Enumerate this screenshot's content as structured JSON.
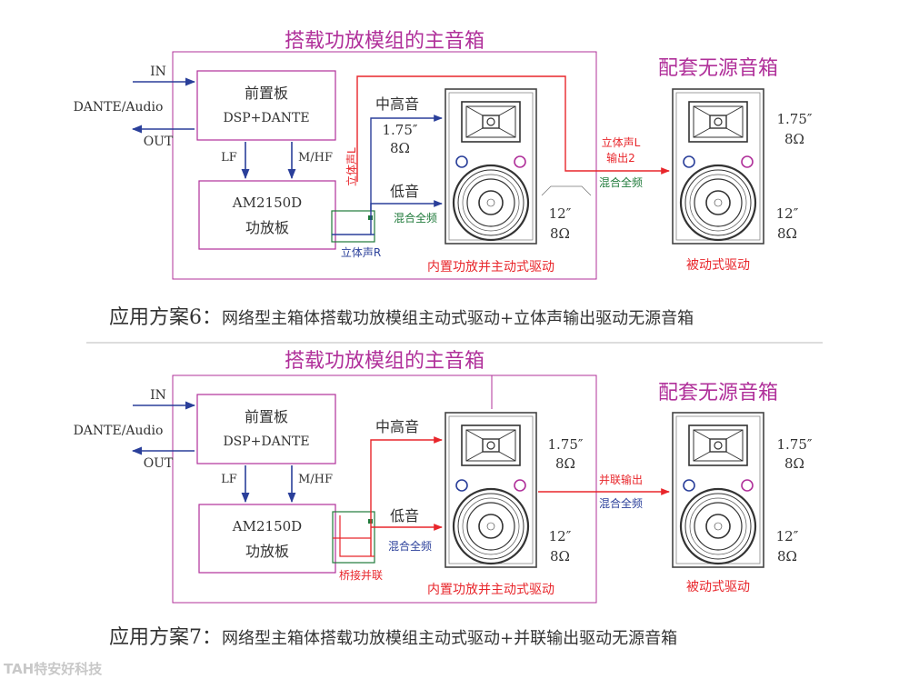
{
  "colors": {
    "magenta": "#b0309a",
    "red": "#e8262b",
    "blue": "#2a3f9a",
    "green": "#1f7a3a",
    "dark": "#333333",
    "gray": "#777777"
  },
  "scheme6": {
    "main_title": "搭载功放模组的主音箱",
    "passive_title": "配套无源音箱",
    "in_label": "IN",
    "dante_label": "DANTE/Audio",
    "out_label": "OUT",
    "preamp_title": "前置板",
    "preamp_sub": "DSP+DANTE",
    "lf_label": "LF",
    "mhf_label": "M/HF",
    "amp_title": "AM2150D",
    "amp_sub": "功放板",
    "stereo_l_vert": "立体声L",
    "stereo_r": "立体声R",
    "mid_high": "中高音",
    "low": "低音",
    "mix_full": "混合全频",
    "tweeter_size": "1.75″",
    "tweeter_ohm": "8Ω",
    "woofer_size": "12″",
    "woofer_ohm": "8Ω",
    "out_l": "立体声L",
    "out_2": "输出2",
    "out_mix": "混合全频",
    "passive_tweeter_size": "1.75″",
    "passive_tweeter_ohm": "8Ω",
    "passive_woofer_size": "12″",
    "passive_woofer_ohm": "8Ω",
    "active_caption": "内置功放并主动式驱动",
    "passive_caption": "被动式驱动",
    "scheme_label": "应用方案6：",
    "scheme_text": "网络型主箱体搭载功放模组主动式驱动+立体声输出驱动无源音箱"
  },
  "scheme7": {
    "main_title": "搭载功放模组的主音箱",
    "passive_title": "配套无源音箱",
    "in_label": "IN",
    "dante_label": "DANTE/Audio",
    "out_label": "OUT",
    "preamp_title": "前置板",
    "preamp_sub": "DSP+DANTE",
    "lf_label": "LF",
    "mhf_label": "M/HF",
    "amp_title": "AM2150D",
    "amp_sub": "功放板",
    "bridge": "桥接并联",
    "mid_high": "中高音",
    "low": "低音",
    "mix_full": "混合全频",
    "tweeter_size": "1.75″",
    "tweeter_ohm": "8Ω",
    "woofer_size": "12″",
    "woofer_ohm": "8Ω",
    "parallel_out": "并联输出",
    "out_mix": "混合全频",
    "passive_tweeter_size": "1.75″",
    "passive_tweeter_ohm": "8Ω",
    "passive_woofer_size": "12″",
    "passive_woofer_ohm": "8Ω",
    "active_caption": "内置功放并主动式驱动",
    "passive_caption": "被动式驱动",
    "scheme_label": "应用方案7：",
    "scheme_text": "网络型主箱体搭载功放模组主动式驱动+并联输出驱动无源音箱"
  },
  "watermark": "TAH特安好科技"
}
